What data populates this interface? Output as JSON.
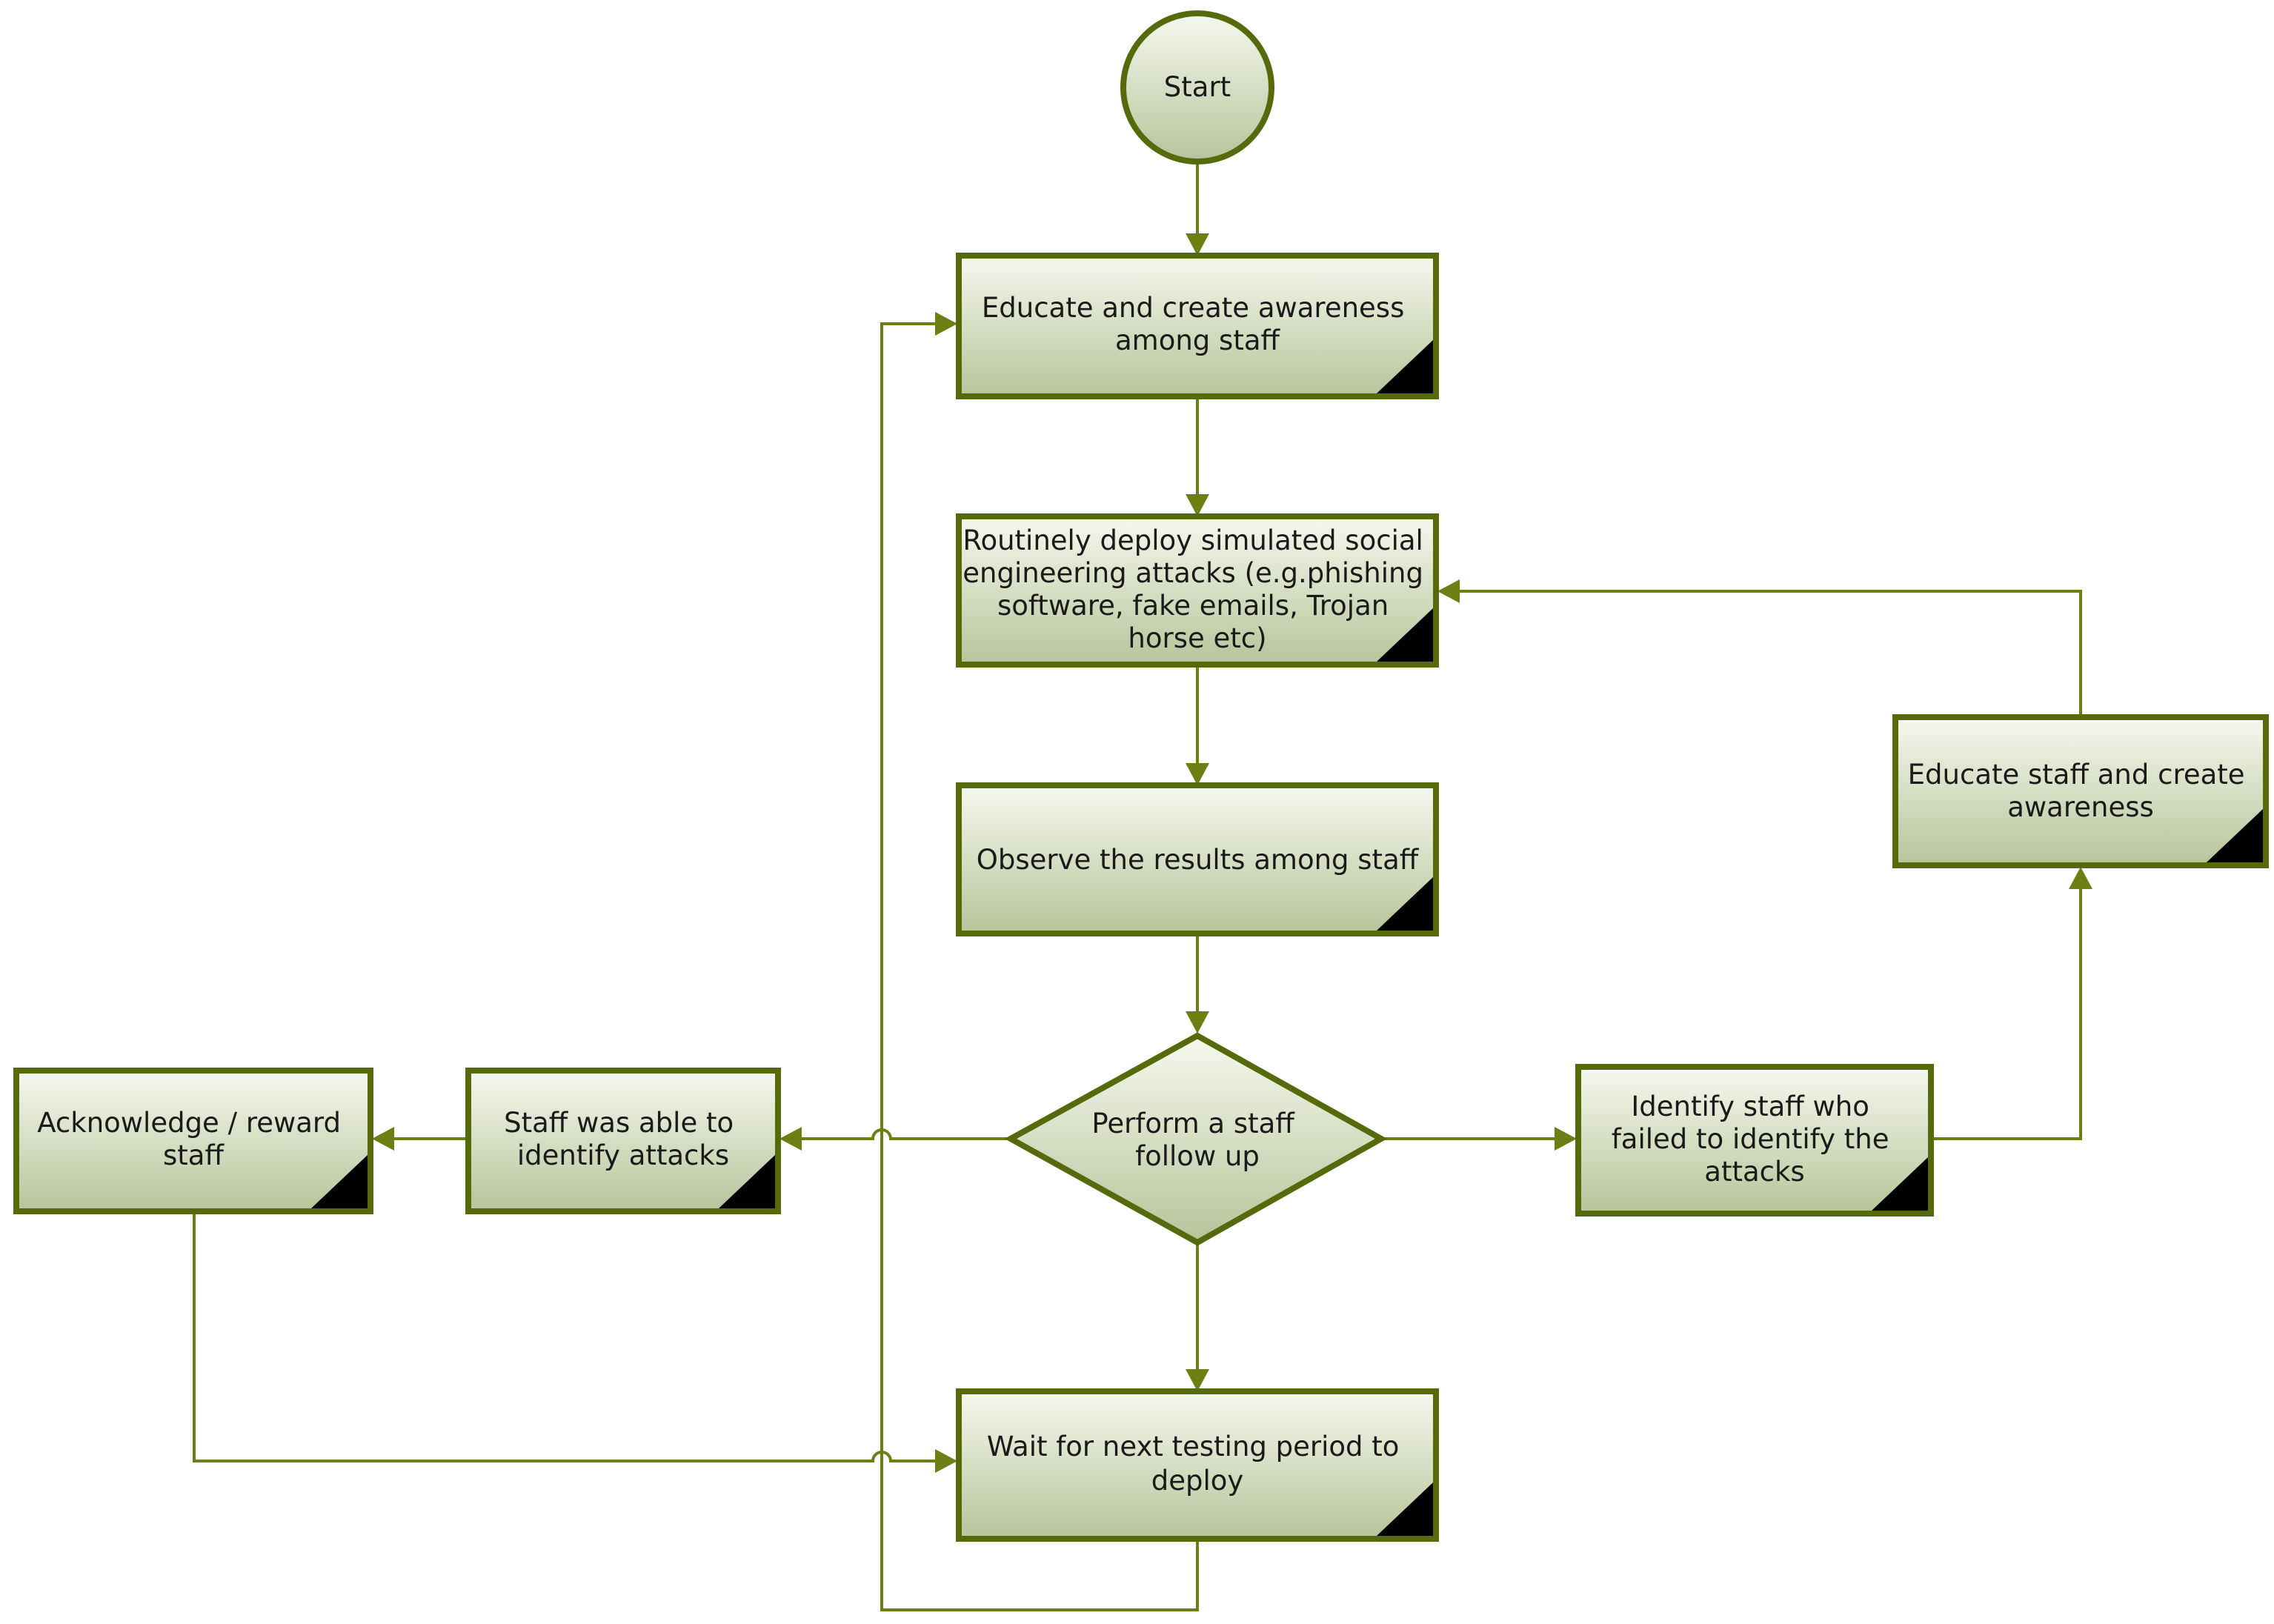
{
  "colors": {
    "stroke": "#566a0c",
    "edge": "#6b7f14",
    "fill_top": "#f6f8ee",
    "fill_bottom": "#b7c49a",
    "corner": "#000000"
  },
  "nodes": {
    "start": "Start",
    "educate_awareness": [
      "Educate and create awareness",
      "among staff"
    ],
    "deploy_attacks": [
      "Routinely deploy simulated social",
      "engineering attacks (e.g.phishing",
      "software, fake emails, Trojan",
      "horse etc)"
    ],
    "observe_results": [
      "Observe the results among staff"
    ],
    "staff_follow_up": [
      "Perform a staff",
      "follow up"
    ],
    "staff_identified": [
      "Staff was able to",
      "identify attacks"
    ],
    "acknowledge_reward": [
      "Acknowledge / reward",
      "staff"
    ],
    "identify_failed": [
      "Identify staff who",
      "failed to identify the",
      "attacks"
    ],
    "educate_staff": [
      "Educate staff and create",
      "awareness"
    ],
    "wait_next_period": [
      "Wait for next testing period to",
      "deploy"
    ]
  }
}
